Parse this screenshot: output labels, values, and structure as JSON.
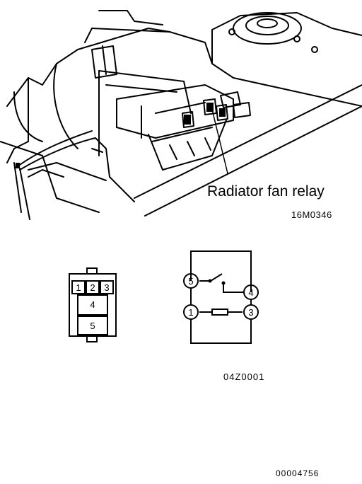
{
  "illustration": {
    "callout_label": "Radiator fan relay",
    "figure_code": "16M0346"
  },
  "connector": {
    "pins": [
      "1",
      "2",
      "3",
      "4",
      "5"
    ],
    "figure_code": "04Z0001"
  },
  "relay_circuit": {
    "terminals": [
      "5",
      "4",
      "1",
      "3"
    ]
  },
  "footer": {
    "document_code": "00004756"
  }
}
